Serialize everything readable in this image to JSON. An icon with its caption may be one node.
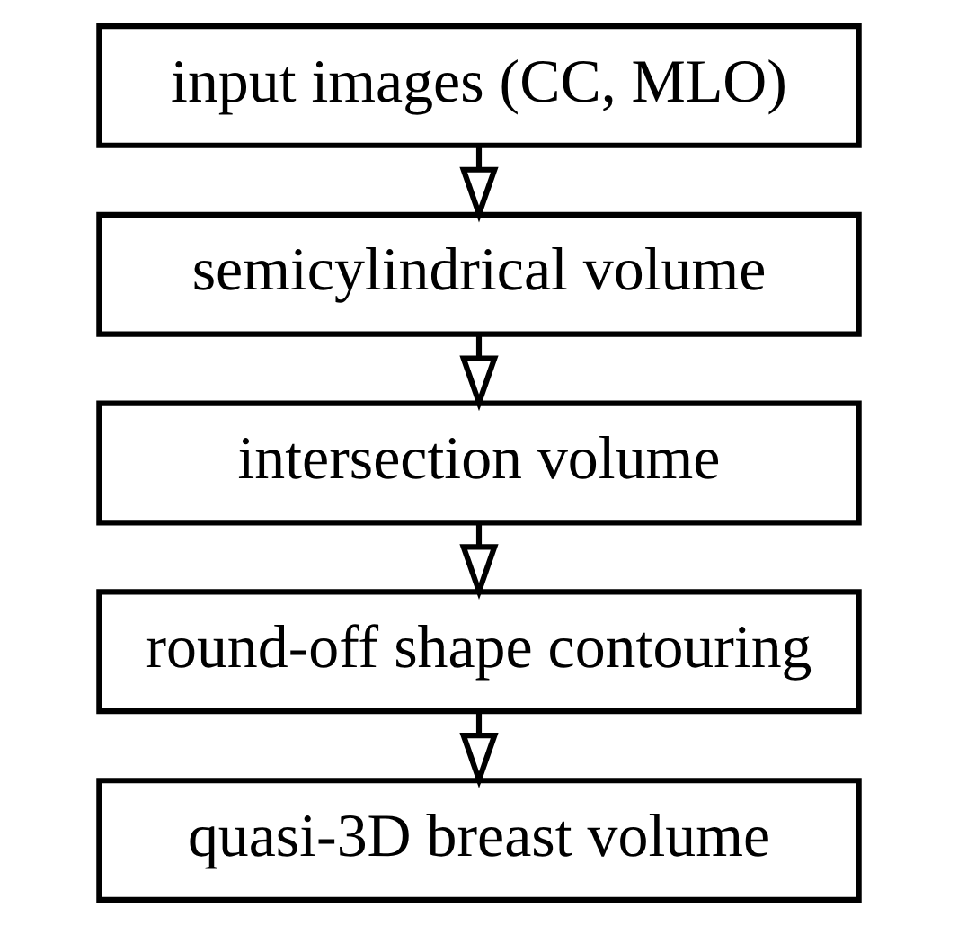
{
  "diagram": {
    "nodes": [
      {
        "text": [
          "input images (CC, MLO)"
        ]
      },
      {
        "text": [
          "semicylindrical volume"
        ]
      },
      {
        "text": [
          "intersection volume"
        ]
      },
      {
        "text": [
          "round-off shape contouring"
        ]
      },
      {
        "text": [
          "quasi-3D breast volume"
        ]
      }
    ],
    "edges": [
      {
        "from": 0,
        "to": 1,
        "arrow": "to"
      },
      {
        "from": 1,
        "to": 2,
        "arrow": "to"
      },
      {
        "from": 2,
        "to": 3,
        "arrow": "to"
      },
      {
        "from": 3,
        "to": 4,
        "arrow": "to"
      }
    ]
  }
}
